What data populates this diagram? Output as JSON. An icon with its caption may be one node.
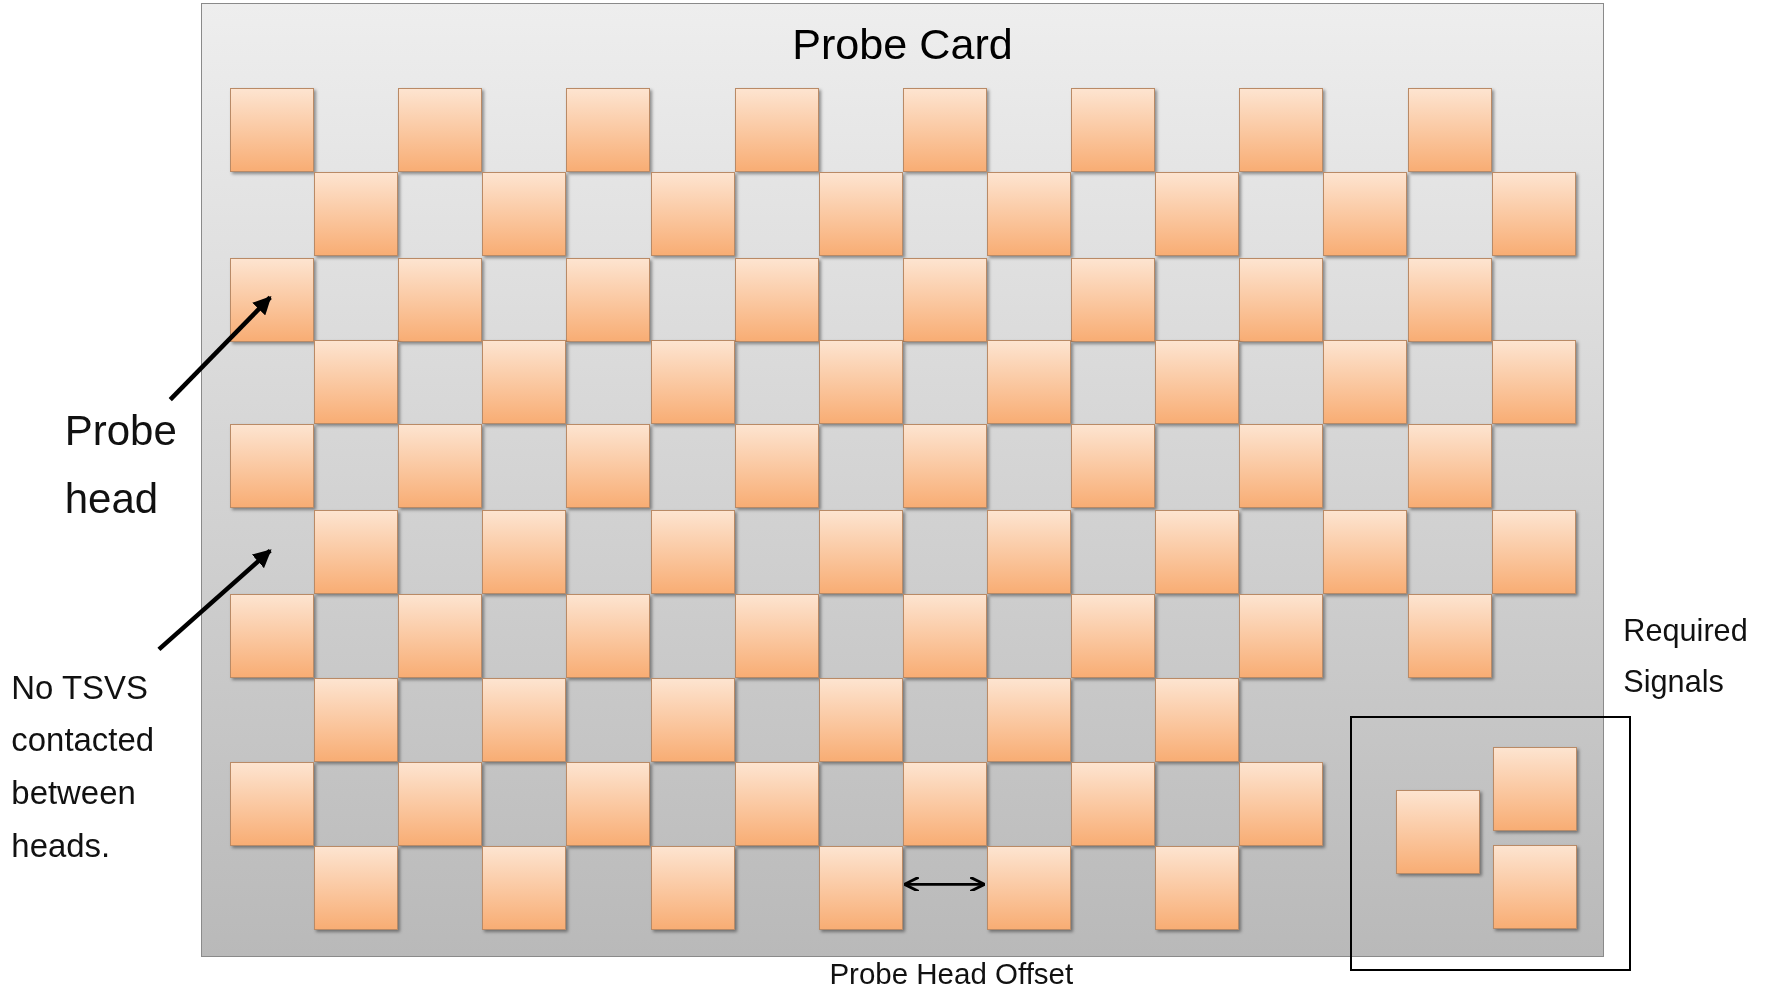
{
  "diagram": {
    "nodes": [
      {
        "text": [
          "Probe Card"
        ]
      },
      {
        "text": [
          "Probe head"
        ]
      },
      {
        "text": [],
        "shape": "box",
        "in": 0
      },
      {
        "text": [
          "No TSVS contacted between heads."
        ]
      },
      {
        "text": [
          "Required Signals"
        ]
      }
    ],
    "edges": [
      {
        "from": 1,
        "to": 2,
        "arrow": "to"
      },
      {
        "from": 3,
        "to": null,
        "arrow": "to"
      }
    ],
    "labels": [
      "Probe Head Offset"
    ]
  }
}
